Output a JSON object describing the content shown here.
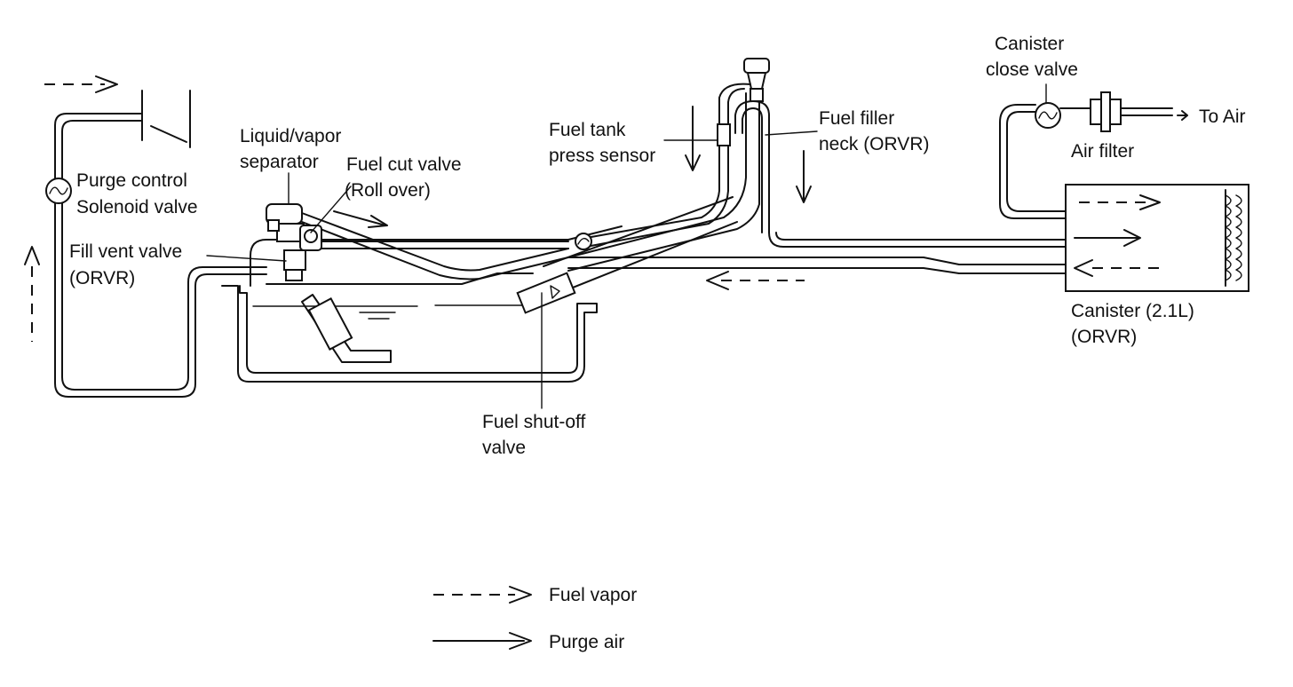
{
  "labels": {
    "purge_control_1": "Purge control",
    "purge_control_2": "Solenoid valve",
    "liquid_vapor_1": "Liquid/vapor",
    "liquid_vapor_2": "separator",
    "fuel_cut_1": "Fuel cut valve",
    "fuel_cut_2": "(Roll over)",
    "fill_vent_1": "Fill vent valve",
    "fill_vent_2": "(ORVR)",
    "tank_press_1": "Fuel tank",
    "tank_press_2": "press sensor",
    "filler_neck_1": "Fuel filler",
    "filler_neck_2": "neck (ORVR)",
    "canister_close_1": "Canister",
    "canister_close_2": "close valve",
    "to_air": "To Air",
    "air_filter": "Air filter",
    "canister_1": "Canister (2.1L)",
    "canister_2": "(ORVR)",
    "shutoff_1": "Fuel shut-off",
    "shutoff_2": "valve"
  },
  "legend": {
    "fuel_vapor": "Fuel vapor",
    "purge_air": "Purge air"
  }
}
